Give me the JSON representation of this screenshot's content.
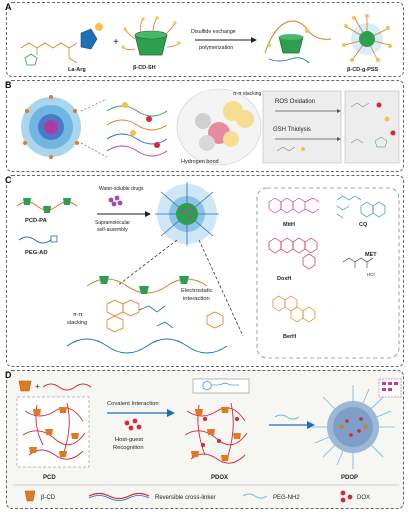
{
  "panels": {
    "a": {
      "letter": "A",
      "reagent1": "La-Arg",
      "reagent2": "β-CD-SH",
      "plus": "+",
      "arrow_top": "Disulfide exchange",
      "arrow_bottom": "polymerization",
      "product": "β-CD-g-PSS"
    },
    "b": {
      "letter": "B",
      "pi_stacking": "π-π stacking",
      "hbond": "Hydrogen bond",
      "ros": "ROS Oxidation",
      "gsh": "GSH Thiolysis"
    },
    "c": {
      "letter": "C",
      "pcd_pa": "PCD-PA",
      "peg_ad": "PEG-AD",
      "drugs": "Water-soluble drugs",
      "assembly_1": "Supramolecular",
      "assembly_2": "self-assembly",
      "electrostatic_1": "Electrostatic",
      "electrostatic_2": "interaction",
      "pipi_1": "π-π",
      "pipi_2": "stacking",
      "drug_names": [
        "MitH",
        "CQ",
        "DoxH",
        "MET",
        "BerH"
      ],
      "met_hcl": "HCl"
    },
    "d": {
      "letter": "D",
      "covalent": "Covalent Interaction",
      "hostguest_1": "Host-guest",
      "hostguest_2": "Recognition",
      "pcd": "PCD",
      "pdox": "PDOX",
      "pdop": "PDOP",
      "legend": [
        "β-CD",
        "Reversible cross-linker",
        "PEG-NH2",
        "DOX"
      ]
    }
  },
  "colors": {
    "green": "#2e9e4f",
    "cd_green": "#2a8a44",
    "orange": "#e07a1e",
    "red": "#d6263a",
    "blue": "#1f6fb5",
    "magenta": "#c83a8c",
    "teal": "#1a9a9a",
    "gray_box": "#ededed"
  }
}
